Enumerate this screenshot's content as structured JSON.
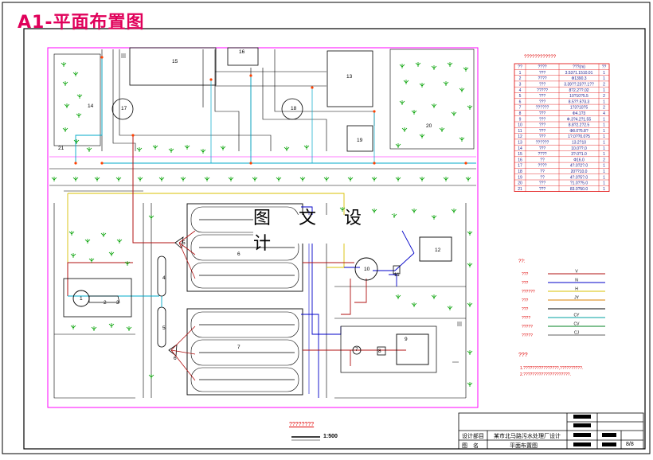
{
  "drawing": {
    "title": "A1-平面布置图",
    "watermark": "图 文 设 计",
    "scale_label": "1:500",
    "scale_title": "????????"
  },
  "table": {
    "title": "????????????",
    "headers": [
      "??",
      "????",
      "???(m)",
      "??"
    ],
    "rows": [
      [
        "1",
        "???",
        "3.5371.1510.01",
        "1"
      ],
      [
        "2",
        "????",
        "Ф1390.3",
        "1"
      ],
      [
        "3",
        "???",
        "3.39??.23??.1??",
        "2"
      ],
      [
        "4",
        "?????",
        "8?2.2??.02",
        "1"
      ],
      [
        "5",
        "???",
        "10?10?5.5",
        "2"
      ],
      [
        "6",
        "???",
        "8.5??.5?3.3",
        "1"
      ],
      [
        "7",
        "??????",
        "1?3?10?5",
        "2"
      ],
      [
        "8",
        "???",
        "Ф4.1?3",
        "4"
      ],
      [
        "9",
        "???",
        "Ф.3?4.2?1.55",
        "1"
      ],
      [
        "10",
        "???",
        "8.8?2.2?2.5",
        "1"
      ],
      [
        "11",
        "???",
        "Ф8.0?5.8?",
        "1"
      ],
      [
        "12",
        "???",
        "1?.0??0.0?5",
        "1"
      ],
      [
        "13",
        "??????",
        "13.2?10",
        "1"
      ],
      [
        "14",
        "???",
        "10.0??.0",
        "1"
      ],
      [
        "15",
        "????",
        "3?.0?1.0",
        "1"
      ],
      [
        "16",
        "??",
        "Ф16.0",
        "2"
      ],
      [
        "17",
        "????",
        "4?.0?2?.0",
        "1"
      ],
      [
        "18",
        "??",
        "20??10.0",
        "1"
      ],
      [
        "19",
        "??",
        "4?.0?5?.0",
        "1"
      ],
      [
        "20",
        "???",
        "?1.0??5.0",
        "1"
      ],
      [
        "21",
        "???",
        "83.0?50.0",
        "1"
      ]
    ]
  },
  "legend": {
    "title": "??:",
    "items": [
      {
        "label": "???",
        "code": "V",
        "color": "#b01010"
      },
      {
        "label": "???",
        "code": "N",
        "color": "#0000c8"
      },
      {
        "label": "??????",
        "code": "H",
        "color": "#d8c000"
      },
      {
        "label": "???",
        "code": "JY",
        "color": "#d88000"
      },
      {
        "label": "???",
        "code": "",
        "color": "#000000"
      },
      {
        "label": "????",
        "code": "CY",
        "color": "#00a0a0"
      },
      {
        "label": "?????",
        "code": "CV",
        "color": "#008020"
      },
      {
        "label": "?????",
        "code": "CJ",
        "color": "#606060"
      }
    ]
  },
  "notes": {
    "title": "???",
    "lines": [
      "1.????????????????,??????????.",
      "2.?????????????????????."
    ]
  },
  "title_block": {
    "design_dept": "设计部目",
    "project": "某市北马路污水处理厂设计",
    "drawing_name_label": "图　名",
    "drawing_name": "平面布置图",
    "sheet": "8/8"
  },
  "units": [
    "1",
    "2",
    "3",
    "4",
    "5",
    "5",
    "6",
    "6",
    "7",
    "7",
    "8",
    "9",
    "10",
    "11",
    "12",
    "13",
    "14",
    "15",
    "16",
    "17",
    "18",
    "19",
    "20",
    "21"
  ]
}
